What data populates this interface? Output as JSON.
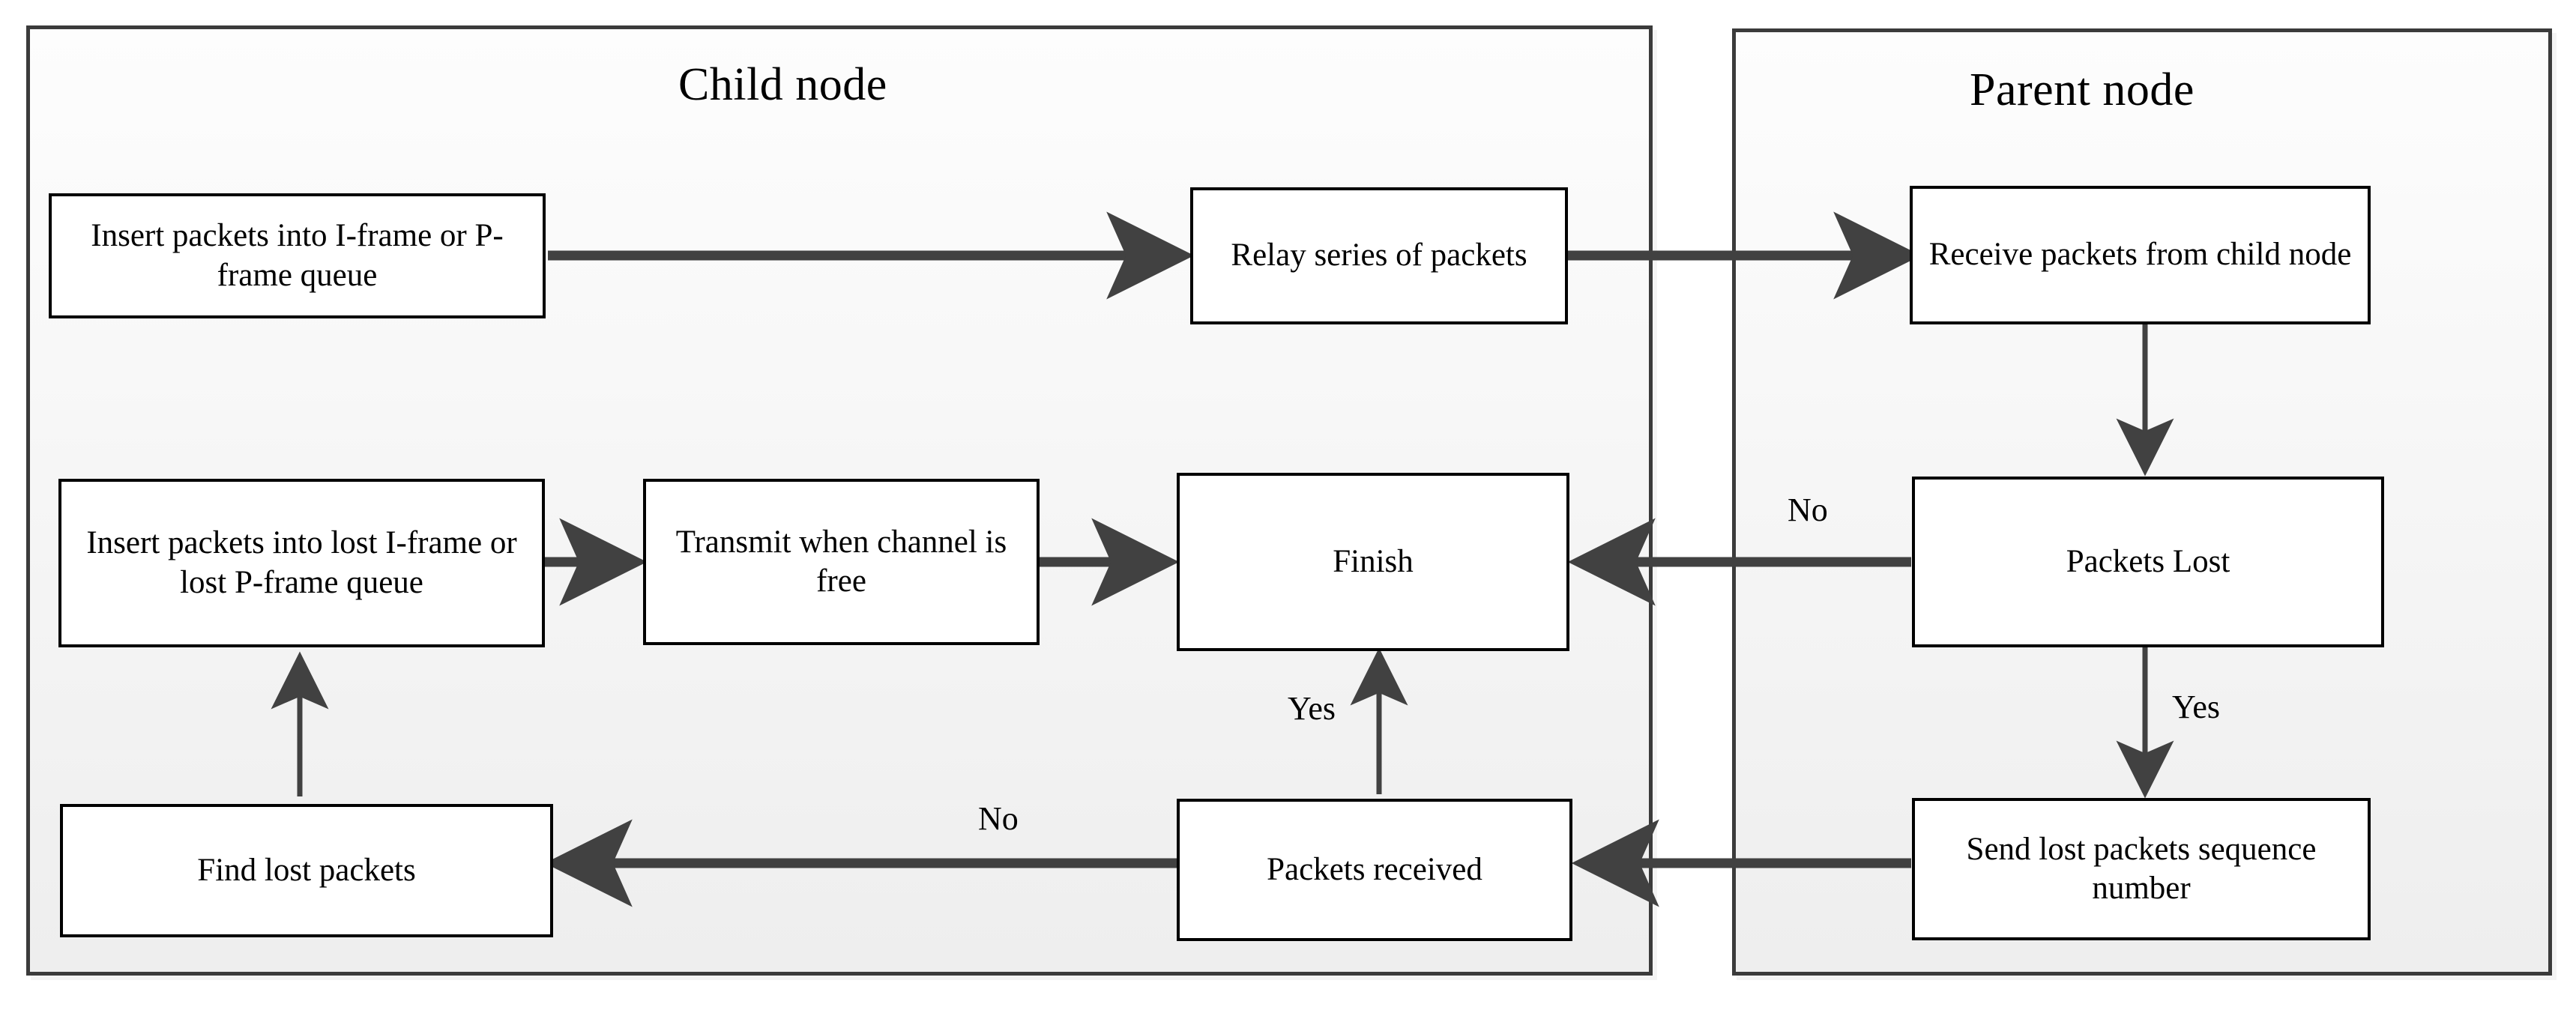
{
  "diagram": {
    "type": "flowchart",
    "panels": [
      {
        "id": "child",
        "title": "Child node"
      },
      {
        "id": "parent",
        "title": "Parent node"
      }
    ],
    "nodes": {
      "insert_queue": "Insert packets into I-frame or P-frame queue",
      "relay": "Relay series of packets",
      "receive": "Receive packets from child node",
      "insert_lost_queue": "Insert packets into lost I-frame or lost P-frame queue",
      "transmit": "Transmit when channel is free",
      "finish": "Finish",
      "packets_lost": "Packets Lost",
      "find_lost": "Find lost packets",
      "packets_received": "Packets received",
      "send_lost_seq": "Send lost packets sequence number"
    },
    "edge_labels": {
      "lost_no": "No",
      "lost_yes": "Yes",
      "received_yes": "Yes",
      "received_no": "No"
    },
    "colors": {
      "panel_border": "#3b3b3b",
      "node_border": "#000000",
      "node_fill": "#ffffff",
      "wire": "#414141",
      "text": "#000000"
    }
  }
}
